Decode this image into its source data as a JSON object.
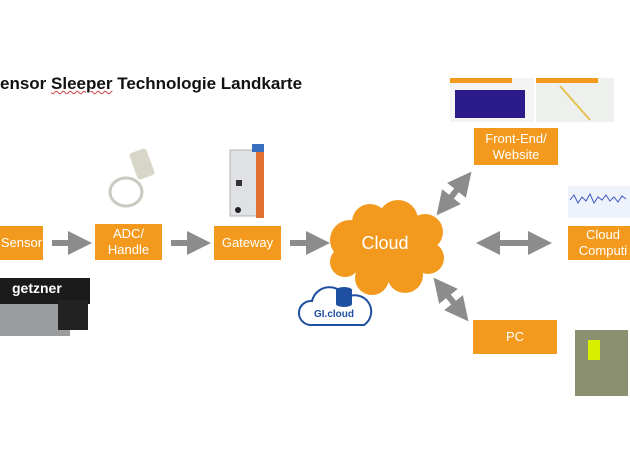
{
  "title": {
    "prefix": "ensor ",
    "underlined": "Sleeper",
    "suffix": " Technologie Landkarte"
  },
  "nodes": {
    "sensor": "Sensor",
    "adc_line1": "ADC/",
    "adc_line2": "Handle",
    "gateway": "Gateway",
    "cloud": "Cloud",
    "frontend_line1": "Front-End/",
    "frontend_line2": "Website",
    "cloud_computing_line1": "Cloud",
    "cloud_computing_line2": "Computi",
    "pc": "PC"
  },
  "logos": {
    "getzner": "getzner",
    "gi_cloud": "GI.cloud"
  },
  "colors": {
    "orange": "#f39a1e",
    "arrow": "#8c8c8c",
    "gi_blue": "#1e4fa0"
  }
}
